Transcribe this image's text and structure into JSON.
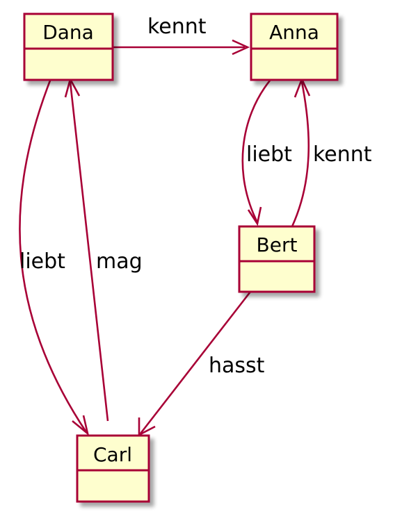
{
  "nodes": {
    "dana": "Dana",
    "anna": "Anna",
    "bert": "Bert",
    "carl": "Carl"
  },
  "edges": {
    "dana_anna": "kennt",
    "anna_bert": "liebt",
    "bert_anna": "kennt",
    "dana_carl": "liebt",
    "carl_dana": "mag",
    "bert_carl": "hasst"
  },
  "colors": {
    "node_fill": "#FEFECE",
    "border": "#A80036",
    "shadow": "#bfbfbf"
  }
}
